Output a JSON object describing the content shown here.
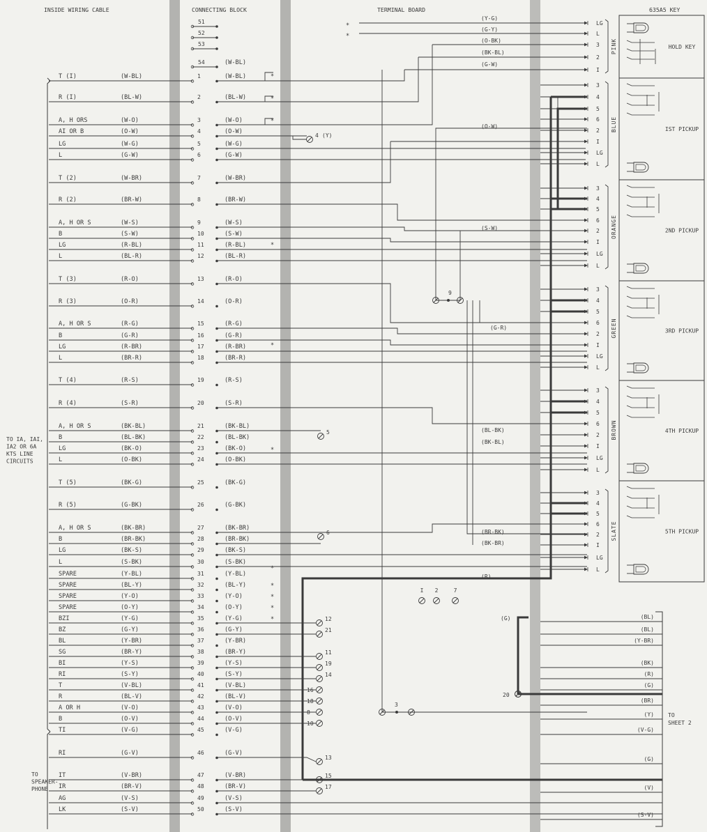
{
  "headers": {
    "inside_wiring_cable": "INSIDE WIRING CABLE",
    "connecting_block": "CONNECTING BLOCK",
    "terminal_board": "TERMINAL BOARD",
    "key": "635A5 KEY"
  },
  "left_note": [
    "TO IA, IAI,",
    "IA2 OR 6A",
    "KTS LINE",
    "CIRCUITS"
  ],
  "speaker_note": [
    "TO",
    "SPEAKER-",
    "PHONE"
  ],
  "sheet_note": [
    "TO",
    "SHEET 2"
  ],
  "star": "*",
  "top_terms": [
    {
      "n": "51",
      "c": ""
    },
    {
      "n": "52",
      "c": ""
    },
    {
      "n": "53",
      "c": ""
    },
    {
      "n": "54",
      "c": "(W-BL)"
    }
  ],
  "cable_rows": [
    {
      "lead": "T (I)",
      "color": "(W-BL)",
      "n": "1",
      "right": "(W-BL)"
    },
    {
      "lead": "R (I)",
      "color": "(BL-W)",
      "n": "2",
      "right": "(BL-W)"
    },
    {
      "lead": "A, H ORS",
      "color": "(W-O)",
      "n": "3",
      "right": "(W-O)"
    },
    {
      "lead": "AI OR B",
      "color": "(O-W)",
      "n": "4",
      "right": "(O-W)"
    },
    {
      "lead": "LG",
      "color": "(W-G)",
      "n": "5",
      "right": "(W-G)"
    },
    {
      "lead": "L",
      "color": "(G-W)",
      "n": "6",
      "right": "(G-W)"
    },
    {
      "lead": "T (2)",
      "color": "(W-BR)",
      "n": "7",
      "right": "(W-BR)"
    },
    {
      "lead": "R (2)",
      "color": "(BR-W)",
      "n": "8",
      "right": "(BR-W)"
    },
    {
      "lead": "A, H OR S",
      "color": "(W-S)",
      "n": "9",
      "right": "(W-S)"
    },
    {
      "lead": "B",
      "color": "(S-W)",
      "n": "10",
      "right": "(S-W)"
    },
    {
      "lead": "LG",
      "color": "(R-BL)",
      "n": "11",
      "right": "(R-BL)"
    },
    {
      "lead": "L",
      "color": "(BL-R)",
      "n": "12",
      "right": "(BL-R)"
    },
    {
      "lead": "T (3)",
      "color": "(R-O)",
      "n": "13",
      "right": "(R-O)"
    },
    {
      "lead": "R (3)",
      "color": "(O-R)",
      "n": "14",
      "right": "(O-R)"
    },
    {
      "lead": "A, H OR S",
      "color": "(R-G)",
      "n": "15",
      "right": "(R-G)"
    },
    {
      "lead": "B",
      "color": "(G-R)",
      "n": "16",
      "right": "(G-R)"
    },
    {
      "lead": "LG",
      "color": "(R-BR)",
      "n": "17",
      "right": "(R-BR)"
    },
    {
      "lead": "L",
      "color": "(BR-R)",
      "n": "18",
      "right": "(BR-R)"
    },
    {
      "lead": "T (4)",
      "color": "(R-S)",
      "n": "19",
      "right": "(R-S)"
    },
    {
      "lead": "R (4)",
      "color": "(S-R)",
      "n": "20",
      "right": "(S-R)"
    },
    {
      "lead": "A, H OR S",
      "color": "(BK-BL)",
      "n": "21",
      "right": "(BK-BL)"
    },
    {
      "lead": "B",
      "color": "(BL-BK)",
      "n": "22",
      "right": "(BL-BK)"
    },
    {
      "lead": "LG",
      "color": "(BK-O)",
      "n": "23",
      "right": "(BK-O)"
    },
    {
      "lead": "L",
      "color": "(O-BK)",
      "n": "24",
      "right": "(O-BK)"
    },
    {
      "lead": "T (5)",
      "color": "(BK-G)",
      "n": "25",
      "right": "(BK-G)"
    },
    {
      "lead": "R (5)",
      "color": "(G-BK)",
      "n": "26",
      "right": "(G-BK)"
    },
    {
      "lead": "A, H OR S",
      "color": "(BK-BR)",
      "n": "27",
      "right": "(BK-BR)"
    },
    {
      "lead": "B",
      "color": "(BR-BK)",
      "n": "28",
      "right": "(BR-BK)"
    },
    {
      "lead": "LG",
      "color": "(BK-S)",
      "n": "29",
      "right": "(BK-S)"
    },
    {
      "lead": "L",
      "color": "(S-BK)",
      "n": "30",
      "right": "(S-BK)"
    },
    {
      "lead": "SPARE",
      "color": "(Y-BL)",
      "n": "31",
      "right": "(Y-BL)"
    },
    {
      "lead": "SPARE",
      "color": "(BL-Y)",
      "n": "32",
      "right": "(BL-Y)"
    },
    {
      "lead": "SPARE",
      "color": "(Y-O)",
      "n": "33",
      "right": "(Y-O)"
    },
    {
      "lead": "SPARE",
      "color": "(O-Y)",
      "n": "34",
      "right": "(O-Y)"
    },
    {
      "lead": "BZI",
      "color": "(Y-G)",
      "n": "35",
      "right": "(Y-G)"
    },
    {
      "lead": "BZ",
      "color": "(G-Y)",
      "n": "36",
      "right": "(G-Y)"
    },
    {
      "lead": "BL",
      "color": "(Y-BR)",
      "n": "37",
      "right": "(Y-BR)"
    },
    {
      "lead": "SG",
      "color": "(BR-Y)",
      "n": "38",
      "right": "(BR-Y)"
    },
    {
      "lead": "BI",
      "color": "(Y-S)",
      "n": "39",
      "right": "(Y-S)"
    },
    {
      "lead": "RI",
      "color": "(S-Y)",
      "n": "40",
      "right": "(S-Y)"
    },
    {
      "lead": "T",
      "color": "(V-BL)",
      "n": "41",
      "right": "(V-BL)"
    },
    {
      "lead": "R",
      "color": "(BL-V)",
      "n": "42",
      "right": "(BL-V)"
    },
    {
      "lead": "A OR H",
      "color": "(V-O)",
      "n": "43",
      "right": "(V-O)"
    },
    {
      "lead": "B",
      "color": "(O-V)",
      "n": "44",
      "right": "(O-V)"
    },
    {
      "lead": "TI",
      "color": "(V-G)",
      "n": "45",
      "right": "(V-G)"
    },
    {
      "lead": "RI",
      "color": "(G-V)",
      "n": "46",
      "right": "(G-V)"
    },
    {
      "lead": "IT",
      "color": "(V-BR)",
      "n": "47",
      "right": "(V-BR)"
    },
    {
      "lead": "IR",
      "color": "(BR-V)",
      "n": "48",
      "right": "(BR-V)"
    },
    {
      "lead": "AG",
      "color": "(V-S)",
      "n": "49",
      "right": "(V-S)"
    },
    {
      "lead": "LK",
      "color": "(S-V)",
      "n": "50",
      "right": "(S-V)"
    }
  ],
  "key_groups": [
    {
      "name": "PINK",
      "label": "HOLD KEY",
      "pins": [
        "LG",
        "L",
        "3",
        "2",
        "I"
      ]
    },
    {
      "name": "BLUE",
      "label": "IST PICKUP",
      "pins": [
        "3",
        "4",
        "5",
        "6",
        "2",
        "I",
        "LG",
        "L"
      ]
    },
    {
      "name": "ORANGE",
      "label": "2ND PICKUP",
      "pins": [
        "3",
        "4",
        "5",
        "6",
        "2",
        "I",
        "LG",
        "L"
      ]
    },
    {
      "name": "GREEN",
      "label": "3RD PICKUP",
      "pins": [
        "3",
        "4",
        "5",
        "6",
        "2",
        "I",
        "LG",
        "L"
      ]
    },
    {
      "name": "BROWN",
      "label": "4TH PICKUP",
      "pins": [
        "3",
        "4",
        "5",
        "6",
        "2",
        "I",
        "LG",
        "L"
      ]
    },
    {
      "name": "SLATE",
      "label": "5TH PICKUP",
      "pins": [
        "3",
        "4",
        "5",
        "6",
        "2",
        "I",
        "LG",
        "L"
      ]
    }
  ],
  "upper_wire_labels": [
    "(Y-G)",
    "(G-Y)",
    "(O-BK)",
    "(BK-BL)",
    "(G-W)",
    "(O-W)",
    "(S-W)",
    "(G-R)",
    "(BL-BK)",
    "(BK-BL)",
    "(BR-BK)",
    "(BK-BR)",
    "(R)"
  ],
  "sheet2_labels": [
    "(BL)",
    "(BL)",
    "(Y-BR)",
    "(BK)",
    "(R)",
    "(G)",
    "(BR)",
    "(Y)",
    "(V-G)",
    "(G)",
    "(V)",
    "(S-V)"
  ],
  "g_label": "(G)",
  "terminals": [
    {
      "id": "4",
      "sub": "(Y)"
    },
    {
      "id": "9",
      "sub": ""
    },
    {
      "id": "5",
      "sub": ""
    },
    {
      "id": "6",
      "sub": ""
    },
    {
      "id": "12",
      "sub": ""
    },
    {
      "id": "21",
      "sub": ""
    },
    {
      "id": "11",
      "sub": ""
    },
    {
      "id": "19",
      "sub": ""
    },
    {
      "id": "14",
      "sub": ""
    },
    {
      "id": "16",
      "sub": ""
    },
    {
      "id": "18",
      "sub": ""
    },
    {
      "id": "8",
      "sub": ""
    },
    {
      "id": "10",
      "sub": ""
    },
    {
      "id": "13",
      "sub": ""
    },
    {
      "id": "15",
      "sub": ""
    },
    {
      "id": "17",
      "sub": ""
    },
    {
      "id": "3",
      "sub": ""
    },
    {
      "id": "20",
      "sub": ""
    },
    {
      "id": "I",
      "sub": ""
    },
    {
      "id": "2",
      "sub": ""
    },
    {
      "id": "7",
      "sub": ""
    }
  ]
}
